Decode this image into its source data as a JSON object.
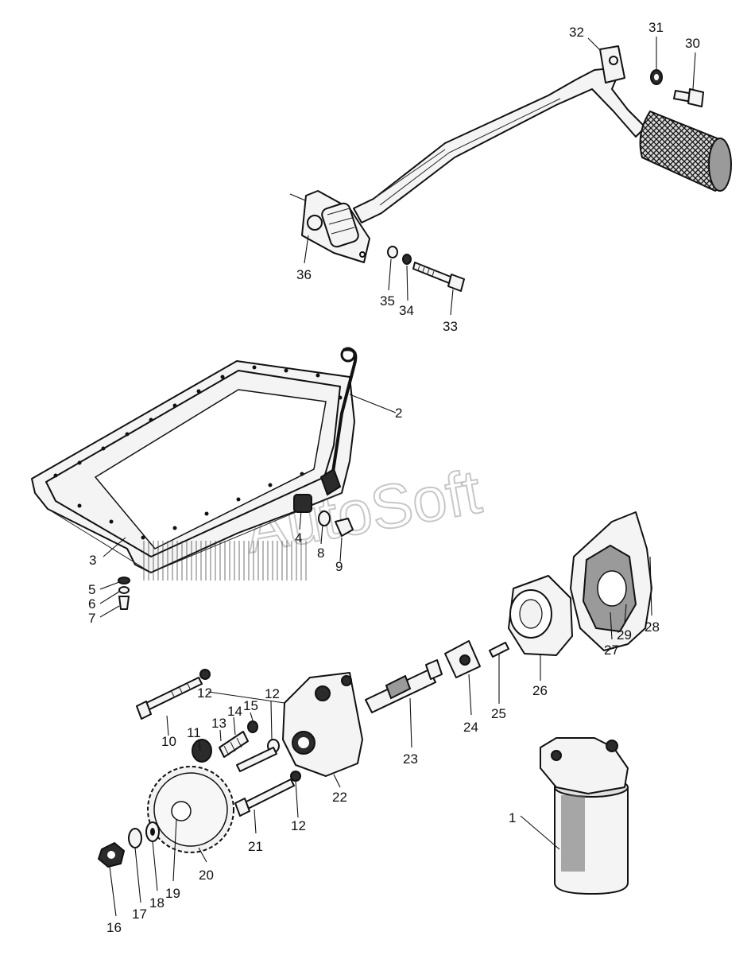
{
  "watermark": "AutoSoft",
  "callouts": {
    "c1": "1",
    "c2": "2",
    "c3": "3",
    "c4": "4",
    "c5": "5",
    "c6": "6",
    "c7": "7",
    "c8": "8",
    "c9": "9",
    "c10": "10",
    "c11": "11",
    "c12a": "12",
    "c12b": "12",
    "c12c": "12",
    "c13": "13",
    "c14": "14",
    "c15": "15",
    "c16": "16",
    "c17": "17",
    "c18": "18",
    "c19": "19",
    "c20": "20",
    "c21": "21",
    "c22": "22",
    "c23": "23",
    "c24": "24",
    "c25": "25",
    "c26": "26",
    "c27": "27",
    "c28": "28",
    "c29": "29",
    "c30": "30",
    "c31": "31",
    "c32": "32",
    "c33": "33",
    "c34": "34",
    "c35": "35",
    "c36": "36"
  }
}
